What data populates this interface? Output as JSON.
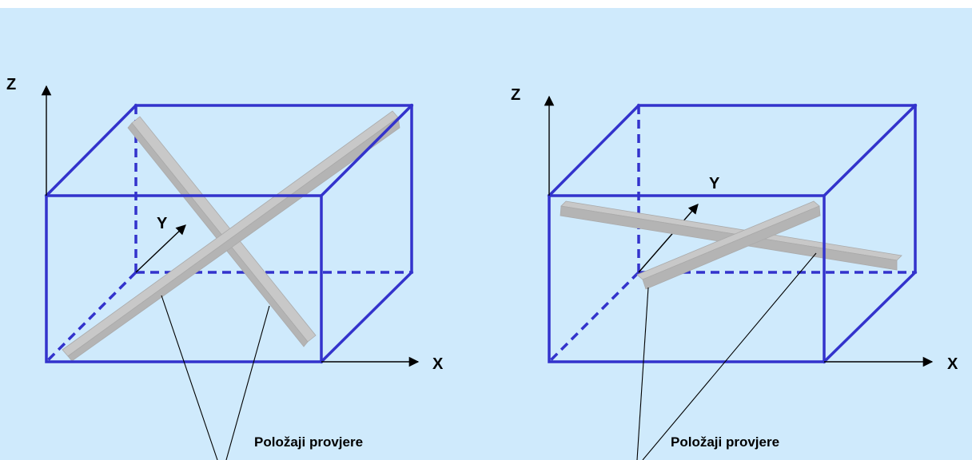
{
  "colors": {
    "background": "#cfeafc",
    "frame": "#ffffff",
    "box_edge": "#3333cc",
    "bar_fill": "#c8c8c8",
    "bar_edge": "#aaaaaa"
  },
  "left_diagram": {
    "axis_z": "Z",
    "axis_y": "Y",
    "axis_x": "X",
    "caption": "Položaji provjere"
  },
  "right_diagram": {
    "axis_z": "Z",
    "axis_y": "Y",
    "axis_x": "X",
    "caption": "Položaji provjere"
  }
}
